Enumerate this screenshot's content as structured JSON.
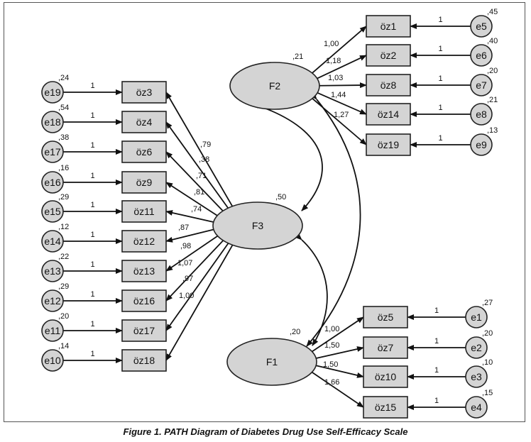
{
  "caption": "Figure 1. PATH Diagram of Diabetes Drug Use Self-Efficacy Scale",
  "latents": [
    {
      "id": "F2",
      "label": "F2",
      "variance": ",21"
    },
    {
      "id": "F3",
      "label": "F3",
      "variance": ",50"
    },
    {
      "id": "F1",
      "label": "F1",
      "variance": ",20"
    }
  ],
  "indicators": [
    {
      "factor": "F2",
      "item": "öz1",
      "loading": "1,00",
      "error": "e5",
      "error_variance": ",45",
      "error_path": "1"
    },
    {
      "factor": "F2",
      "item": "öz2",
      "loading": "1,18",
      "error": "e6",
      "error_variance": ",40",
      "error_path": "1"
    },
    {
      "factor": "F2",
      "item": "öz8",
      "loading": "1,03",
      "error": "e7",
      "error_variance": ",20",
      "error_path": "1"
    },
    {
      "factor": "F2",
      "item": "öz14",
      "loading": "1,44",
      "error": "e8",
      "error_variance": ",21",
      "error_path": "1"
    },
    {
      "factor": "F2",
      "item": "öz19",
      "loading": "1,27",
      "error": "e9",
      "error_variance": ",13",
      "error_path": "1"
    },
    {
      "factor": "F3",
      "item": "öz3",
      "loading": ",79",
      "error": "e19",
      "error_variance": ",24",
      "error_path": "1"
    },
    {
      "factor": "F3",
      "item": "öz4",
      "loading": ",38",
      "error": "e18",
      "error_variance": ",54",
      "error_path": "1"
    },
    {
      "factor": "F3",
      "item": "öz6",
      "loading": ",71",
      "error": "e17",
      "error_variance": ",38",
      "error_path": "1"
    },
    {
      "factor": "F3",
      "item": "öz9",
      "loading": ",81",
      "error": "e16",
      "error_variance": ",16",
      "error_path": "1"
    },
    {
      "factor": "F3",
      "item": "öz11",
      "loading": ",74",
      "error": "e15",
      "error_variance": ",29",
      "error_path": "1"
    },
    {
      "factor": "F3",
      "item": "öz12",
      "loading": ",87",
      "error": "e14",
      "error_variance": ",12",
      "error_path": "1"
    },
    {
      "factor": "F3",
      "item": "öz13",
      "loading": ",98",
      "error": "e13",
      "error_variance": ",22",
      "error_path": "1"
    },
    {
      "factor": "F3",
      "item": "öz16",
      "loading": "1,07",
      "error": "e12",
      "error_variance": ",29",
      "error_path": "1"
    },
    {
      "factor": "F3",
      "item": "öz17",
      "loading": ",97",
      "error": "e11",
      "error_variance": ",20",
      "error_path": "1"
    },
    {
      "factor": "F3",
      "item": "öz18",
      "loading": "1,00",
      "error": "e10",
      "error_variance": ",14",
      "error_path": "1"
    },
    {
      "factor": "F1",
      "item": "öz5",
      "loading": "1,00",
      "error": "e1",
      "error_variance": ",27",
      "error_path": "1"
    },
    {
      "factor": "F1",
      "item": "öz7",
      "loading": "1,50",
      "error": "e2",
      "error_variance": ",20",
      "error_path": "1"
    },
    {
      "factor": "F1",
      "item": "öz10",
      "loading": "1,50",
      "error": "e3",
      "error_variance": ",10",
      "error_path": "1"
    },
    {
      "factor": "F1",
      "item": "öz15",
      "loading": "1,66",
      "error": "e4",
      "error_variance": ",15",
      "error_path": "1"
    }
  ],
  "covariances": [
    {
      "from": "F2",
      "to": "F3"
    },
    {
      "from": "F3",
      "to": "F1"
    },
    {
      "from": "F2",
      "to": "F1"
    }
  ]
}
